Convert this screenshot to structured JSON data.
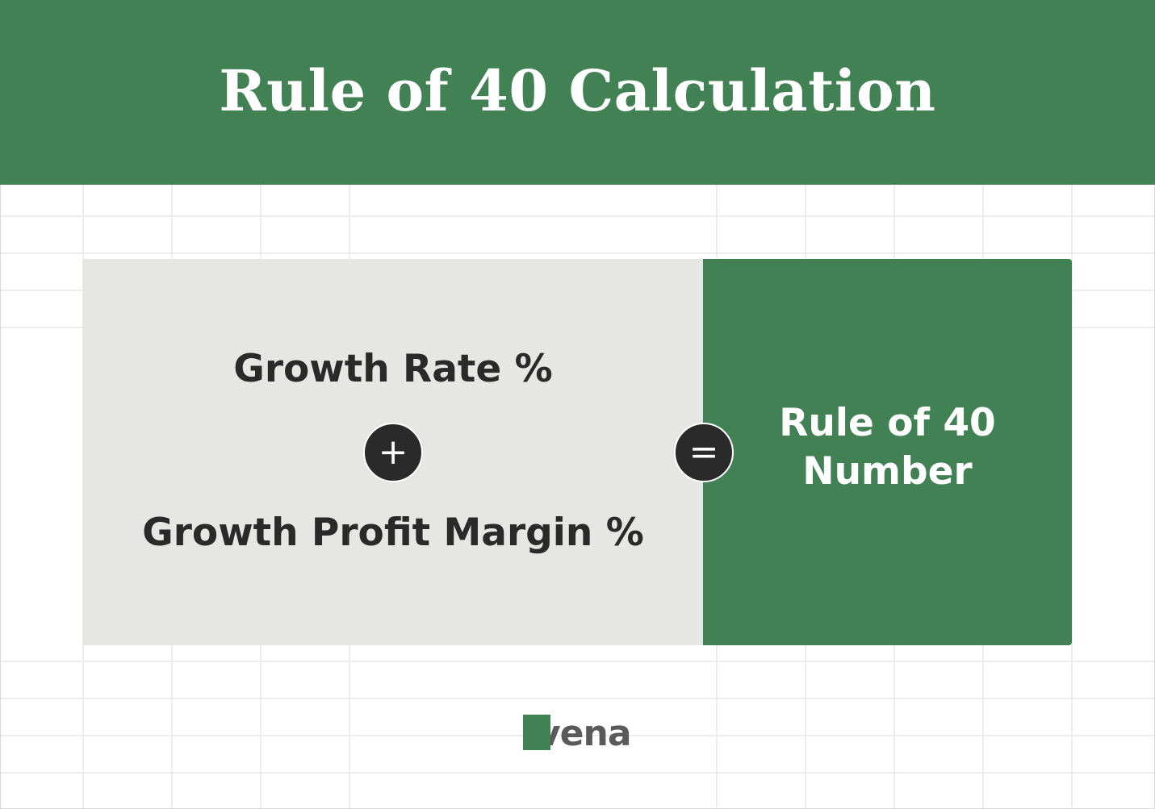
{
  "header": {
    "title": "Rule of 40 Calculation"
  },
  "formula": {
    "term_1": "Growth Rate %",
    "operator_plus": "+",
    "term_2": "Growth Profit Margin %",
    "operator_equals": "=",
    "result_line_1": "Rule of 40",
    "result_line_2": "Number"
  },
  "brand": {
    "logo_text": "vena"
  },
  "colors": {
    "brand_green": "#418154",
    "dark": "#2a2a2a",
    "card_gray": "#e6e6e5",
    "logo_gray": "#5a5a5a"
  }
}
